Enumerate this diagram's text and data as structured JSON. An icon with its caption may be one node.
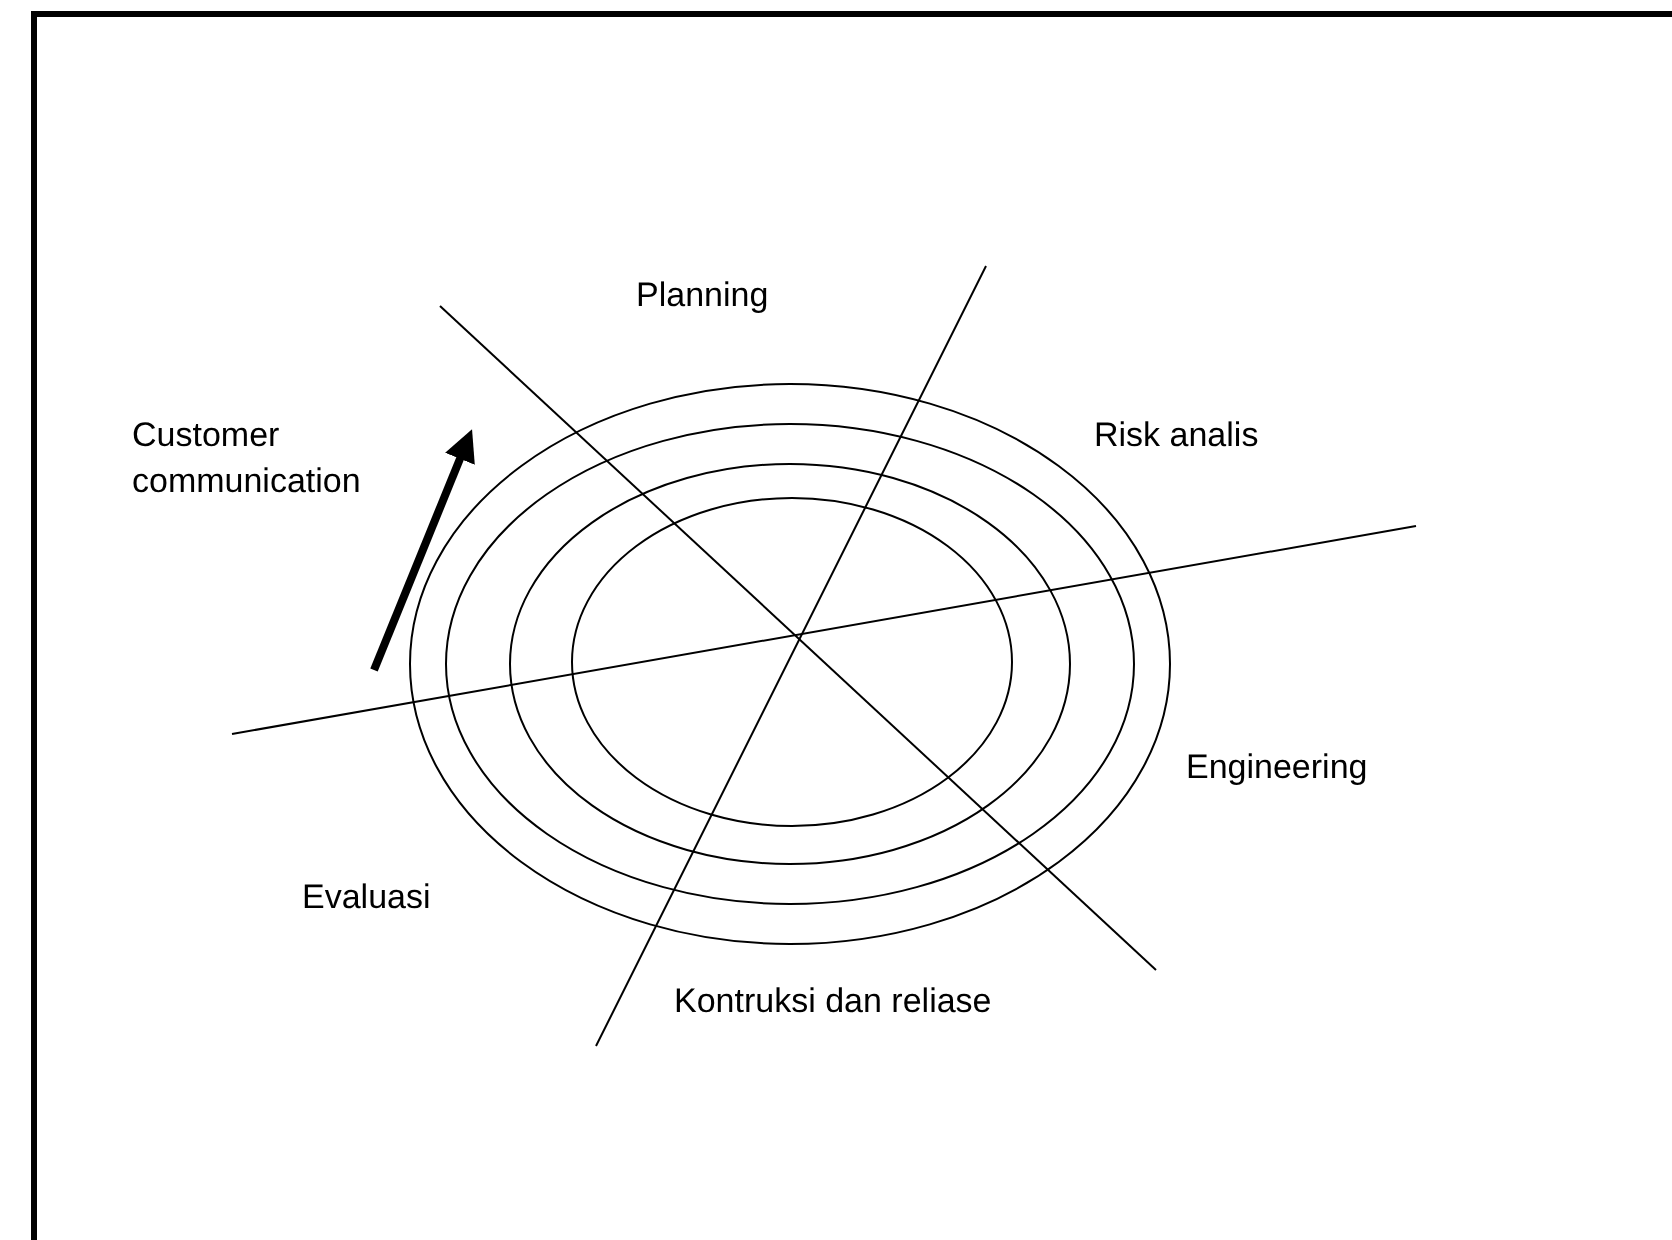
{
  "diagram": {
    "labels": [
      "Planning",
      "Customer communication",
      "Risk analis",
      "Engineering",
      "Evaluasi",
      "Kontruksi dan reliase"
    ]
  }
}
